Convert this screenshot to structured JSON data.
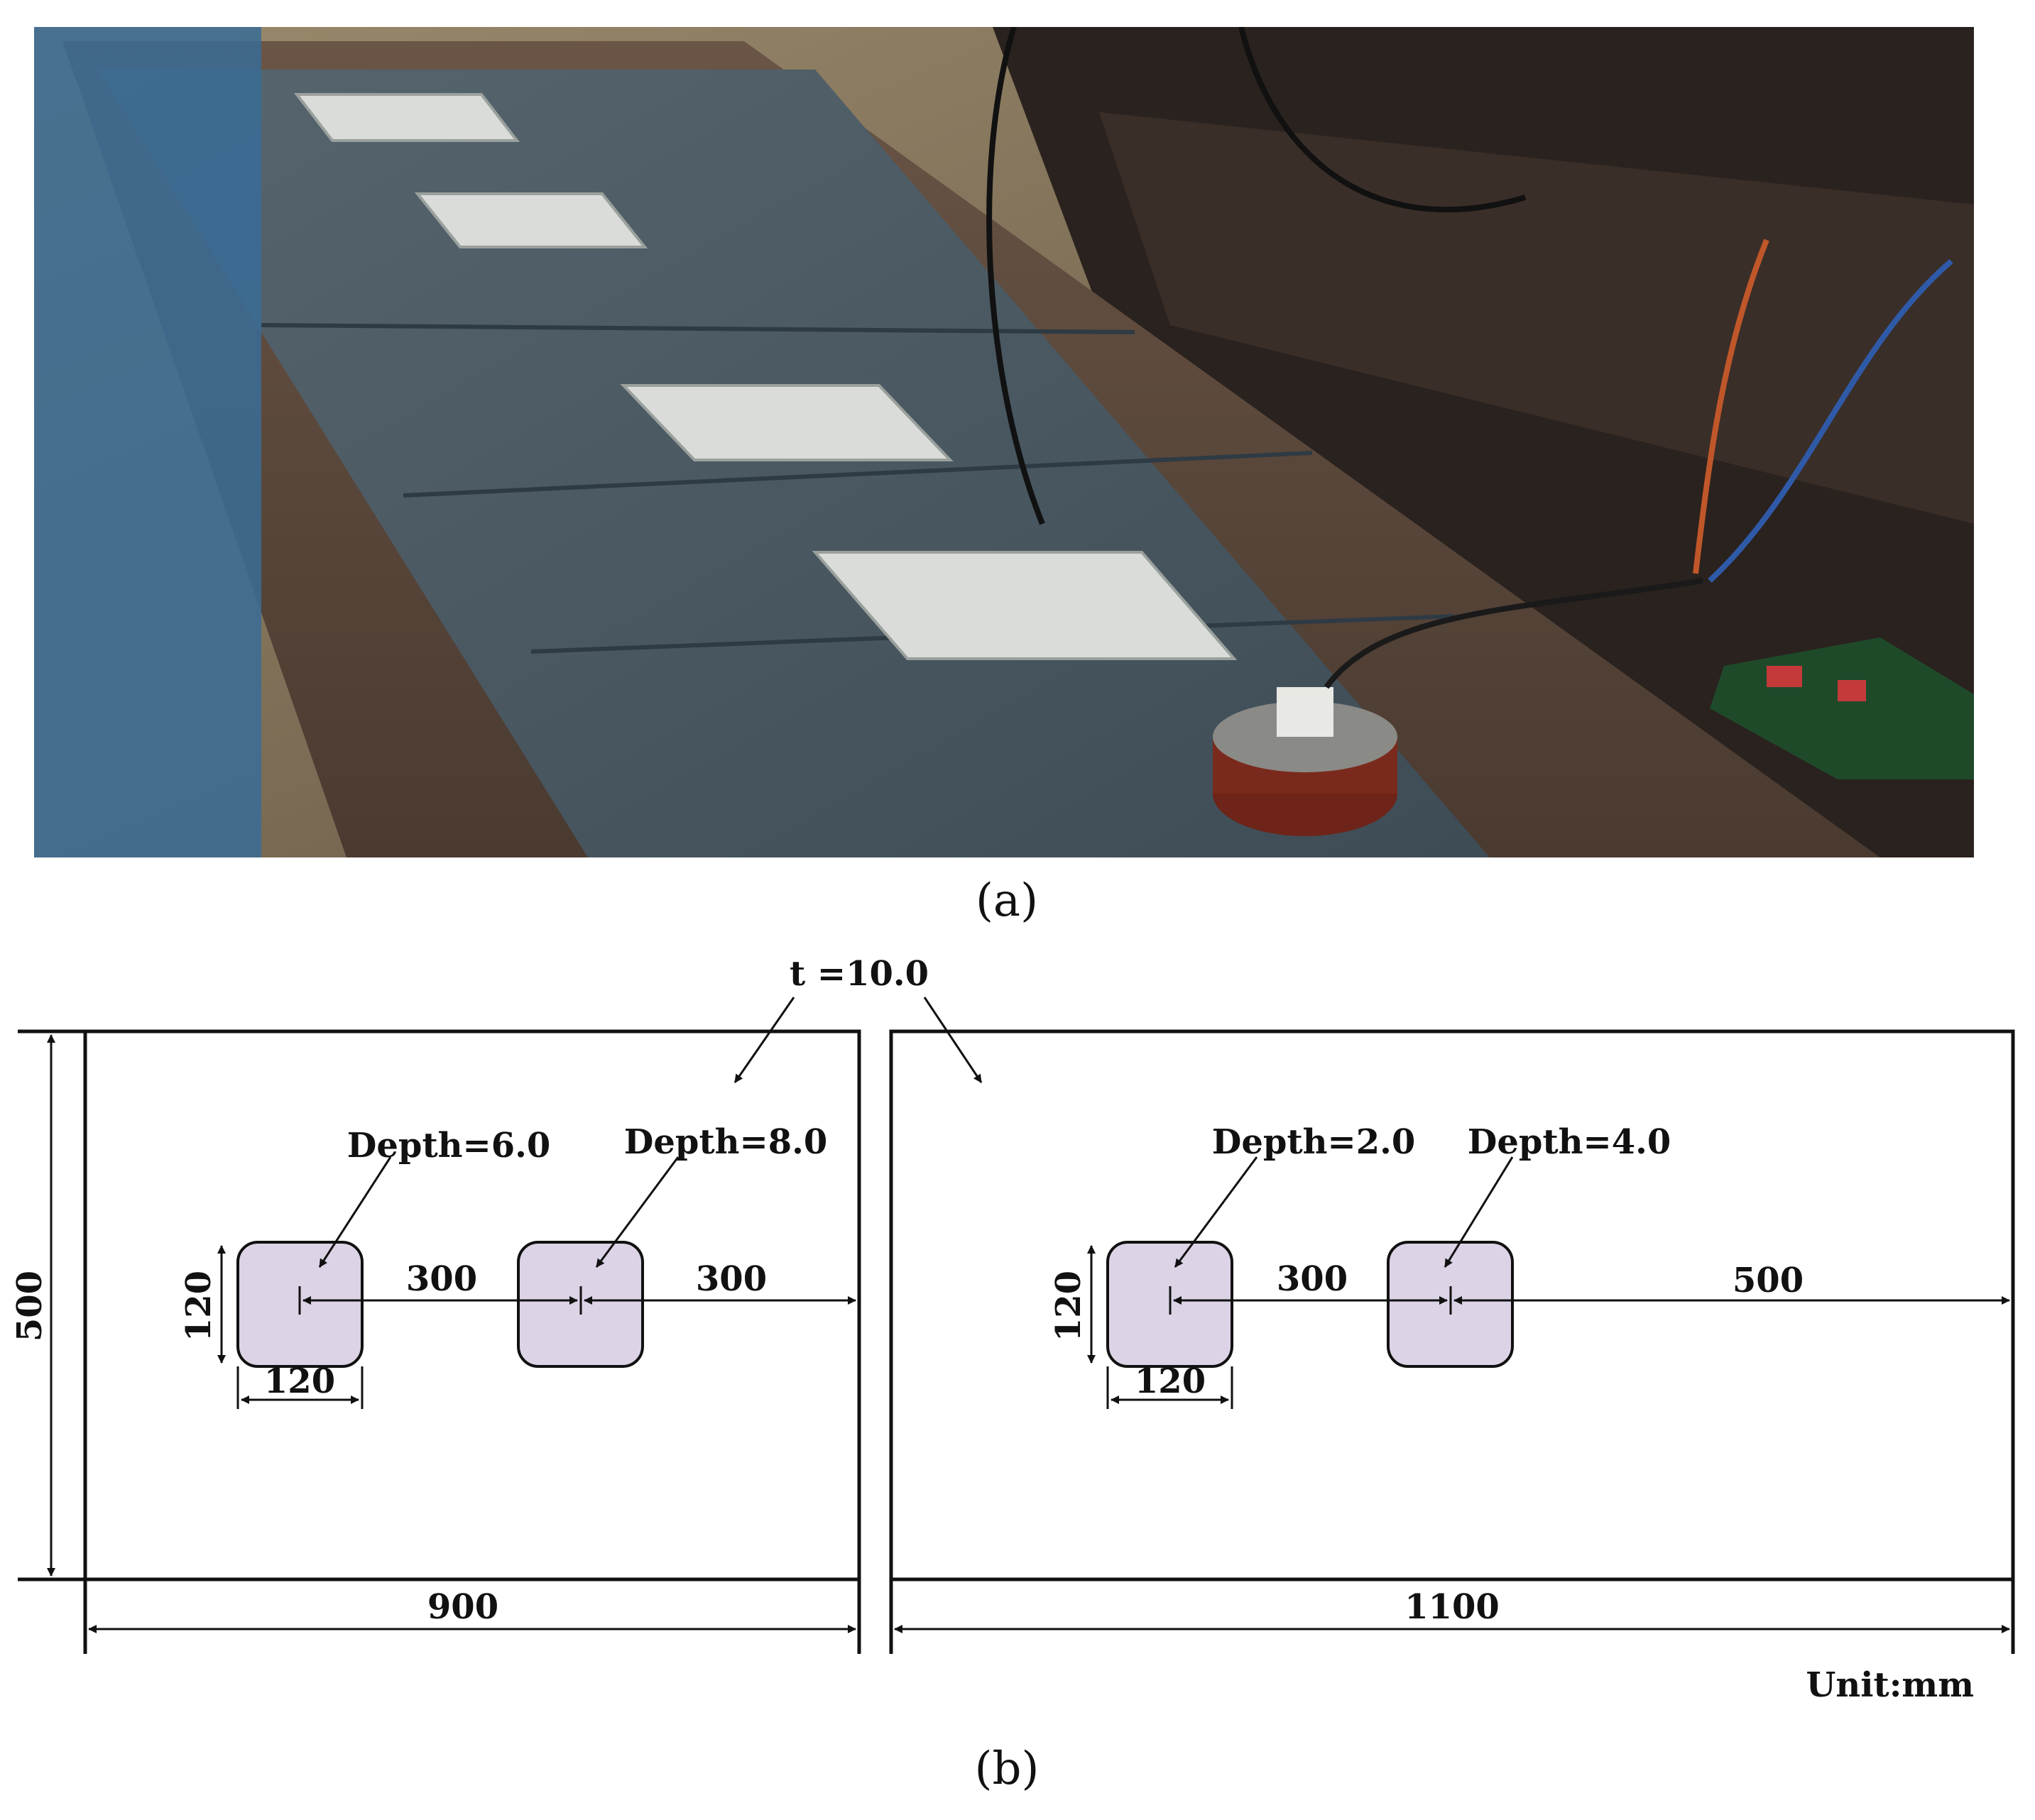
{
  "figure": {
    "panel_a_label": "(a)",
    "panel_b_label": "(b)"
  },
  "photo": {
    "colors": {
      "board": "#4a5a66",
      "table_edge": "#5d4a3c",
      "background": "#8a7a5e",
      "cabinet": "#2a221e",
      "defect_plate": "#d9dcd8",
      "coil": "#7a2a1c"
    },
    "icons": [
      "steel-plate",
      "defect-grid",
      "coil-sensor",
      "circuit-board",
      "wire"
    ]
  },
  "drawing": {
    "thickness_label": "t =10.0",
    "unit_label": "Unit:mm",
    "height_label": "500",
    "left_plate": {
      "width_label": "900",
      "defect_1": {
        "label": "Depth=6.0"
      },
      "defect_2": {
        "label": "Depth=8.0"
      },
      "defect_size_h": "120",
      "defect_size_w": "120",
      "spacing_label": "300",
      "edge_label": "300"
    },
    "right_plate": {
      "width_label": "1100",
      "defect_1": {
        "label": "Depth=2.0"
      },
      "defect_2": {
        "label": "Depth=4.0"
      },
      "defect_size_h": "120",
      "defect_size_w": "120",
      "spacing_label": "300",
      "edge_label": "500"
    },
    "colors": {
      "line": "#111111",
      "defect_fill": "#dcd3e6"
    }
  }
}
